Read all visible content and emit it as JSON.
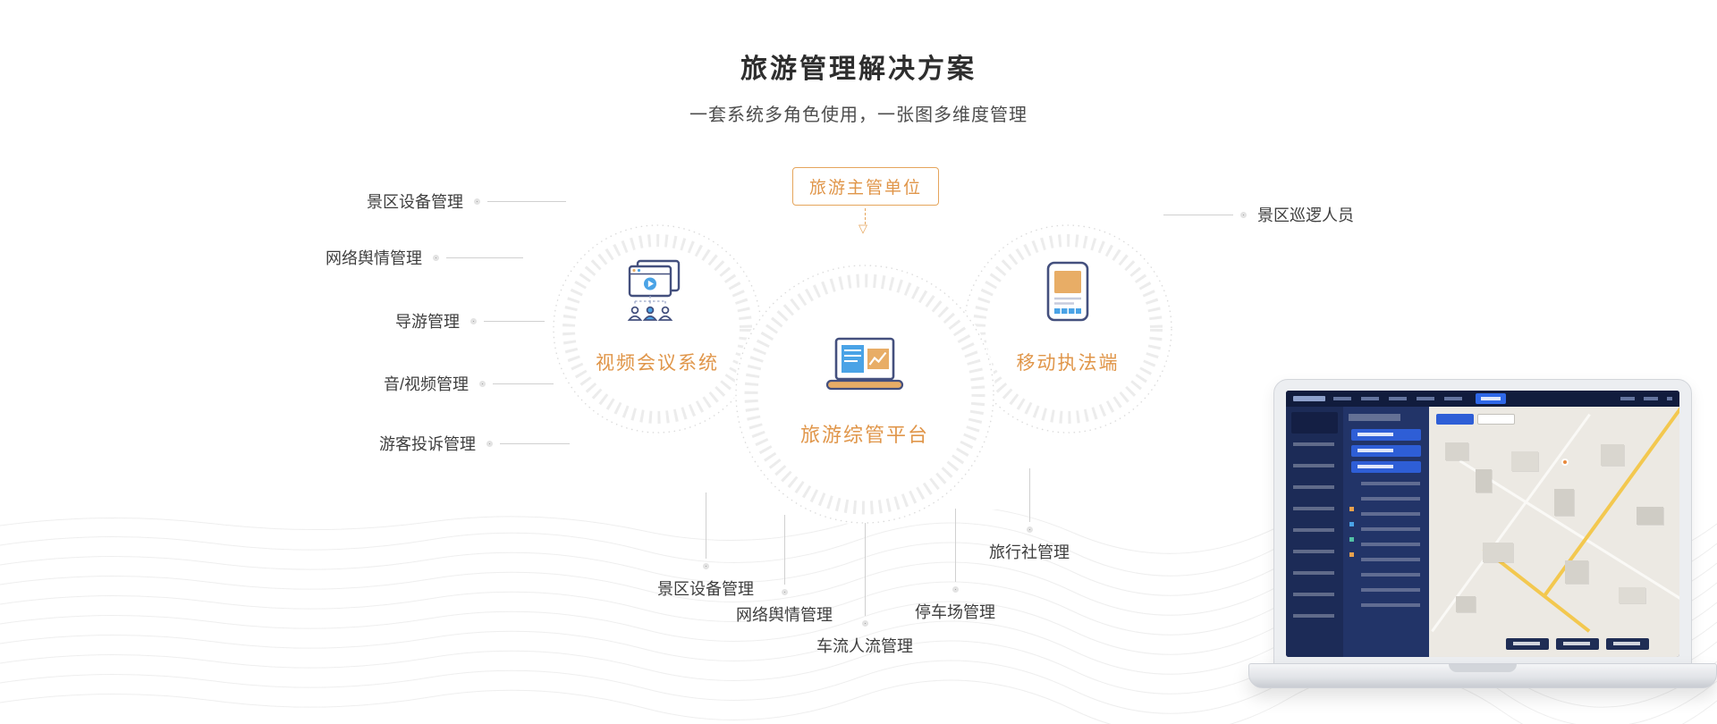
{
  "header": {
    "title": "旅游管理解决方案",
    "subtitle": "一套系统多角色使用，一张图多维度管理"
  },
  "diagram": {
    "authority_box": "旅游主管单位",
    "down_arrow_icon": "▽",
    "nodes": {
      "video_conference": "视频会议系统",
      "platform": "旅游综管平台",
      "mobile_enforcement": "移动执法端"
    },
    "left_labels": [
      "景区设备管理",
      "网络舆情管理",
      "导游管理",
      "音/视频管理",
      "游客投诉管理"
    ],
    "right_labels": [
      "景区巡逻人员"
    ],
    "bottom_labels": [
      "景区设备管理",
      "网络舆情管理",
      "车流人流管理",
      "停车场管理",
      "旅行社管理"
    ]
  },
  "colors": {
    "accent_orange": "#E0964A",
    "icon_navy": "#44507E",
    "icon_blue": "#4AA3E6",
    "icon_orange": "#E8AD66",
    "connector_grey": "#D0D0D0",
    "ring_grey": "#ECECEC"
  }
}
